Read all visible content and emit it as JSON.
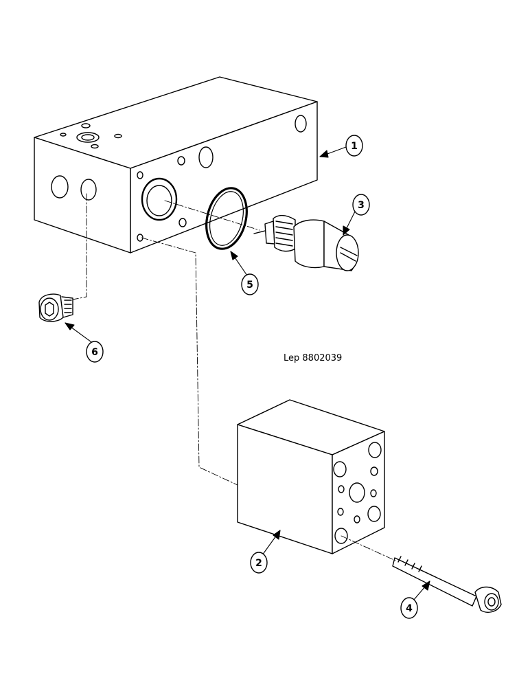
{
  "diagram": {
    "caption": "Lep 8802039",
    "callouts": [
      {
        "id": "1",
        "label": "1",
        "part": "main-valve-block"
      },
      {
        "id": "2",
        "label": "2",
        "part": "end-block"
      },
      {
        "id": "3",
        "label": "3",
        "part": "relief-valve-cartridge"
      },
      {
        "id": "4",
        "label": "4",
        "part": "socket-head-bolt"
      },
      {
        "id": "5",
        "label": "5",
        "part": "o-ring"
      },
      {
        "id": "6",
        "label": "6",
        "part": "plug"
      }
    ]
  }
}
